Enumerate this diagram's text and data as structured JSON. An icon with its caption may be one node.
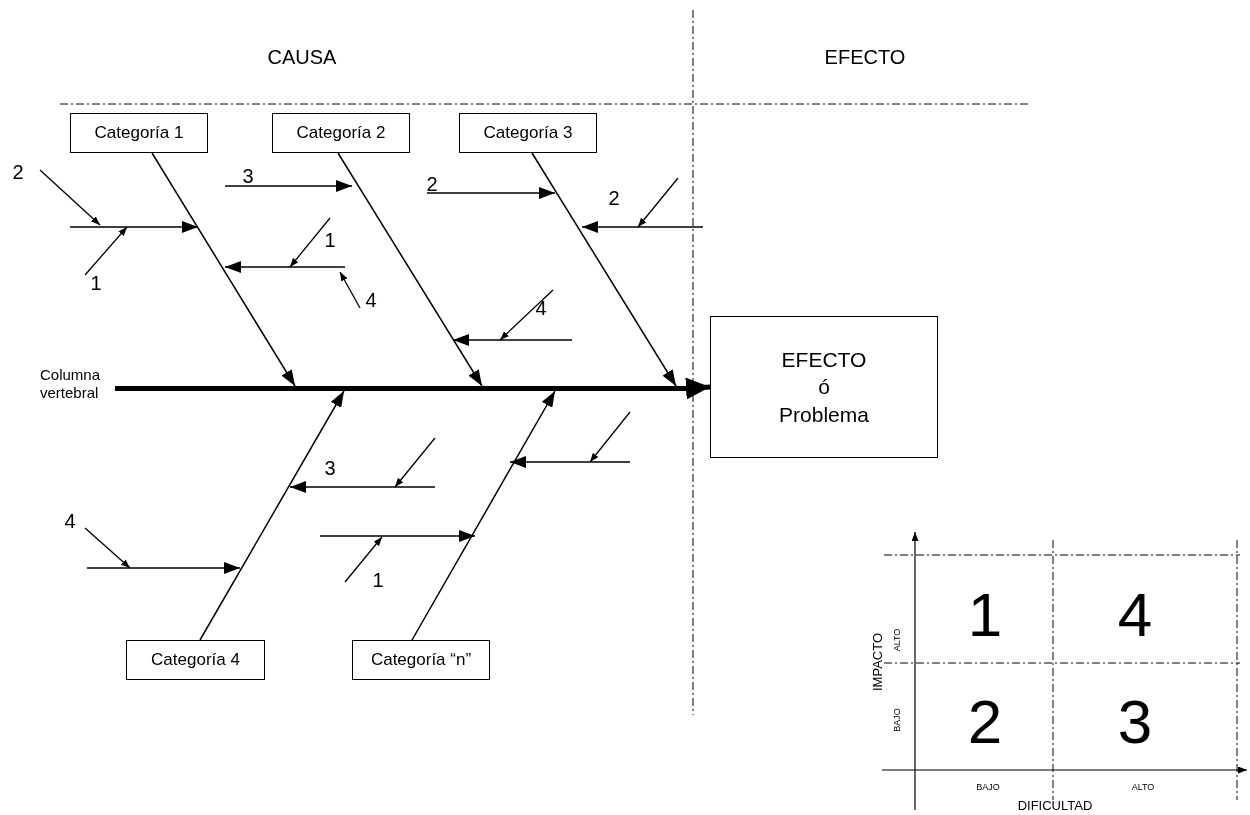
{
  "diagram": {
    "nodes": [
      {
        "text": [
          "Categoría 1"
        ]
      },
      {
        "text": [
          "Categoría 2"
        ]
      },
      {
        "text": [
          "Categoría 3"
        ]
      },
      {
        "text": [
          "Categoría 4"
        ]
      },
      {
        "text": [
          "Categoría “n”"
        ]
      },
      {
        "text": [
          "EFECTO ó Problema"
        ]
      },
      {
        "text": [],
        "shape": "bar",
        "beside": [
          "Columna vertebral"
        ]
      }
    ],
    "edges": [
      {
        "from": 0,
        "to": 6,
        "arrow": "to"
      },
      {
        "from": 1,
        "to": 6,
        "arrow": "to"
      },
      {
        "from": 2,
        "to": 6,
        "arrow": "to"
      },
      {
        "from": 3,
        "to": 6,
        "arrow": "to"
      },
      {
        "from": 4,
        "to": 6,
        "arrow": "to"
      },
      {
        "from": 6,
        "to": 5,
        "arrow": "to",
        "style": "thick"
      }
    ],
    "labels": [
      "CAUSA",
      "EFECTO",
      "2",
      "3",
      "2",
      "2",
      "1",
      "1",
      "4",
      "4",
      "3",
      "4",
      "1",
      "ALTO",
      "1",
      "4",
      "IMPACTO",
      "BAJO",
      "2",
      "3",
      "BAJO",
      "ALTO",
      "DIFICULTAD"
    ]
  }
}
